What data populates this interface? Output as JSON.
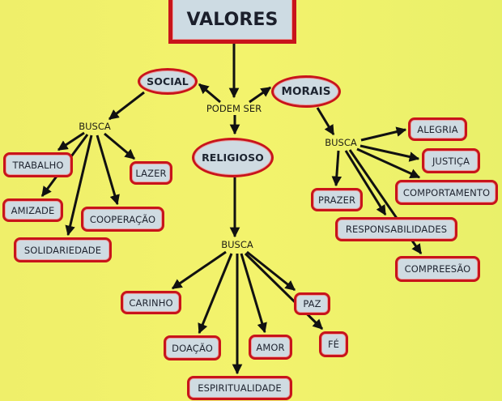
{
  "diagram": {
    "root": "VALORES",
    "connector": "PODEM SER",
    "categories": {
      "social": {
        "label": "SOCIAL",
        "link": "BUSCA",
        "values": [
          "TRABALHO",
          "AMIZADE",
          "SOLIDARIEDADE",
          "COOPERAÇÃO",
          "LAZER"
        ]
      },
      "religioso": {
        "label": "RELIGIOSO",
        "link": "BUSCA",
        "values": [
          "CARINHO",
          "DOAÇÃO",
          "ESPIRITUALIDADE",
          "AMOR",
          "PAZ",
          "FÉ"
        ]
      },
      "morais": {
        "label": "MORAIS",
        "link": "BUSCA",
        "values": [
          "ALEGRIA",
          "JUSTIÇA",
          "COMPORTAMENTO",
          "PRAZER",
          "RESPONSABILIDADES",
          "COMPREESÃO"
        ]
      }
    },
    "colors": {
      "background": "#f2f266",
      "node_fill": "#cfdbe2",
      "node_border": "#c8141b",
      "arrow": "#111111"
    }
  }
}
